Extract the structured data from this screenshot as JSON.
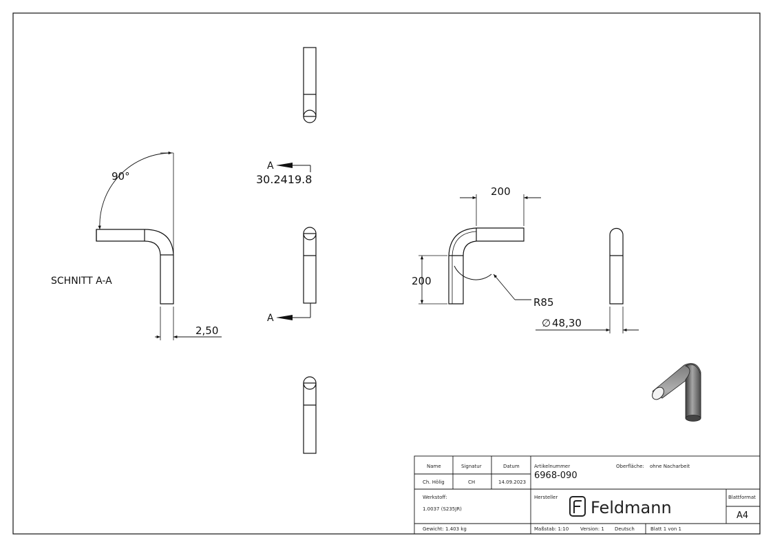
{
  "views": {
    "section_label": "SCHNITT A-A",
    "section_marker_top": "A",
    "section_marker_bottom": "A",
    "angle_label": "90°",
    "wall_thickness": "2,50",
    "overlap_value": "30.2419.8",
    "length_horizontal": "200",
    "length_vertical": "200",
    "bend_radius": "R85",
    "diameter": "48,30",
    "diameter_symbol": "∅"
  },
  "title_block": {
    "name_header": "Name",
    "signatur_header": "Signatur",
    "datum_header": "Datum",
    "name_value": "Ch. Hölig",
    "signatur_value": "CH",
    "datum_value": "14.09.2023",
    "artikelnummer_label": "Artikelnummer",
    "artikelnummer_value": "6968-090",
    "oberflaeche_label": "Oberfläche:",
    "oberflaeche_value": "ohne Nacharbeit",
    "werkstoff_label": "Werkstoff:",
    "werkstoff_value": "1.0037 (S235JR)",
    "hersteller_label": "Hersteller",
    "brand_name": "Feldmann",
    "blattformat_label": "Blattformat",
    "blattformat_value": "A4",
    "gewicht": "Gewicht: 1.403 kg",
    "massstab": "Maßstab: 1:10",
    "version": "Version: 1",
    "sprache": "Deutsch",
    "blatt": "Blatt 1 von 1"
  },
  "colors": {
    "line": "#111111",
    "tube_shade_dark": "#555555",
    "tube_shade_light": "#9a9a9a"
  }
}
